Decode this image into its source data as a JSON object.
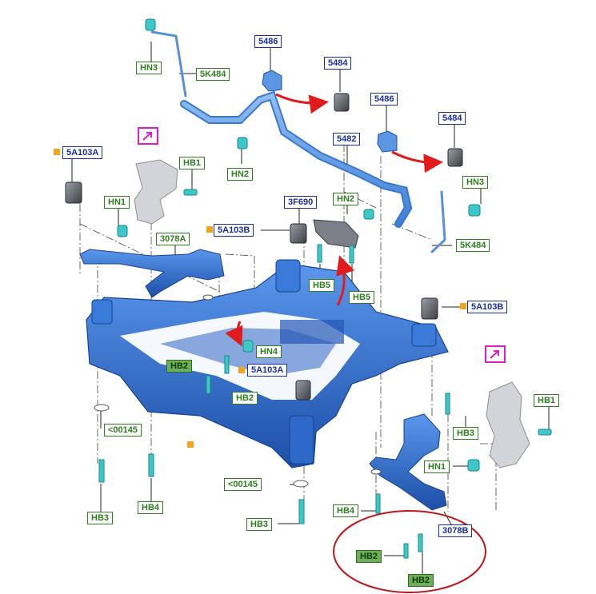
{
  "colors": {
    "frame_blue": "#2f72d6",
    "frame_blue_dark": "#1d4fa8",
    "fastener_teal": "#3ec6c8",
    "bushing_gray": "#5a5f66",
    "knuckle_gray": "#d2d4d8",
    "arrow_red": "#e01b1b",
    "label_blue": "#1a2f9e",
    "label_green": "#2e7d1e",
    "label_green_fill": "#6fae5a",
    "marker_orange": "#f2a41c",
    "marker_magenta": "#e01bc9",
    "highlight_ellipse": "#c0151b"
  },
  "icons": {
    "detail_marker": "arrow-in-box-icon",
    "orange_marker": "square-marker-icon"
  },
  "labels": {
    "hn3_top": "HN3",
    "5k484_top": "5K484",
    "5486_left": "5486",
    "5484_left": "5484",
    "5486_right": "5486",
    "5484_right": "5484",
    "5482": "5482",
    "hn3_right": "HN3",
    "hn2_left": "HN2",
    "5a103a_top": "5A103A",
    "hb1_left": "HB1",
    "hn1_left": "HN1",
    "3078a": "3078A",
    "5a103b_center": "5A103B",
    "3f690": "3F690",
    "hn2_center": "HN2",
    "5k484_right": "5K484",
    "hb5_left": "HB5",
    "hb5_right": "HB5",
    "5a103b_right": "5A103B",
    "hn4": "HN4",
    "hb2_fill_left": "HB2",
    "5a103a_center": "5A103A",
    "hb2_outline_center": "HB2",
    "00145_left": "<00145",
    "hb1_right": "HB1",
    "hb3_right": "HB3",
    "hn1_right": "HN1",
    "hb3_left": "HB3",
    "hb4_left": "HB4",
    "00145_center": "<00145",
    "hb3_center": "HB3",
    "hb4_right": "HB4",
    "3078b": "3078B",
    "hb2_fill_bottom_left": "HB2",
    "hb2_fill_bottom_right": "HB2"
  }
}
